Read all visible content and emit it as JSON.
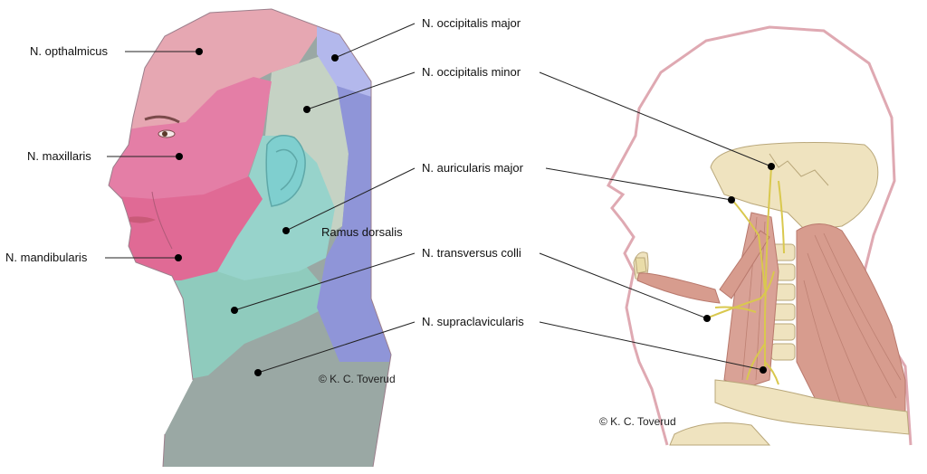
{
  "labels": {
    "opthalmicus": "N. opthalmicus",
    "maxillaris": "N. maxillaris",
    "mandibularis": "N. mandibularis",
    "occipitalis_major": "N. occipitalis major",
    "occipitalis_minor": "N. occipitalis minor",
    "auricularis_major": "N. auricularis major",
    "transversus_colli": "N. transversus colli",
    "supraclavicularis": "N. supraclavicularis",
    "ramus_dorsalis": "Ramus dorsalis"
  },
  "copyright_left": "© K. C. Toverud",
  "copyright_right": "© K. C. Toverud",
  "colors": {
    "opthalmicus": "#e6a7b2",
    "maxillaris": "#e47ea6",
    "mandibularis": "#e06a95",
    "occipitalis_major": "#b3b8ec",
    "ramus_dorsalis": "#8f95d8",
    "occipitalis_minor": "#c5d2c4",
    "auricularis_major": "#97d3cb",
    "transversus_colli": "#8fcbbd",
    "supraclavicularis": "#9aa8a4",
    "outline": "#dfa9b2",
    "bone": "#efe3bf",
    "muscle": "#d79c8e",
    "nerve": "#d9c84e"
  }
}
